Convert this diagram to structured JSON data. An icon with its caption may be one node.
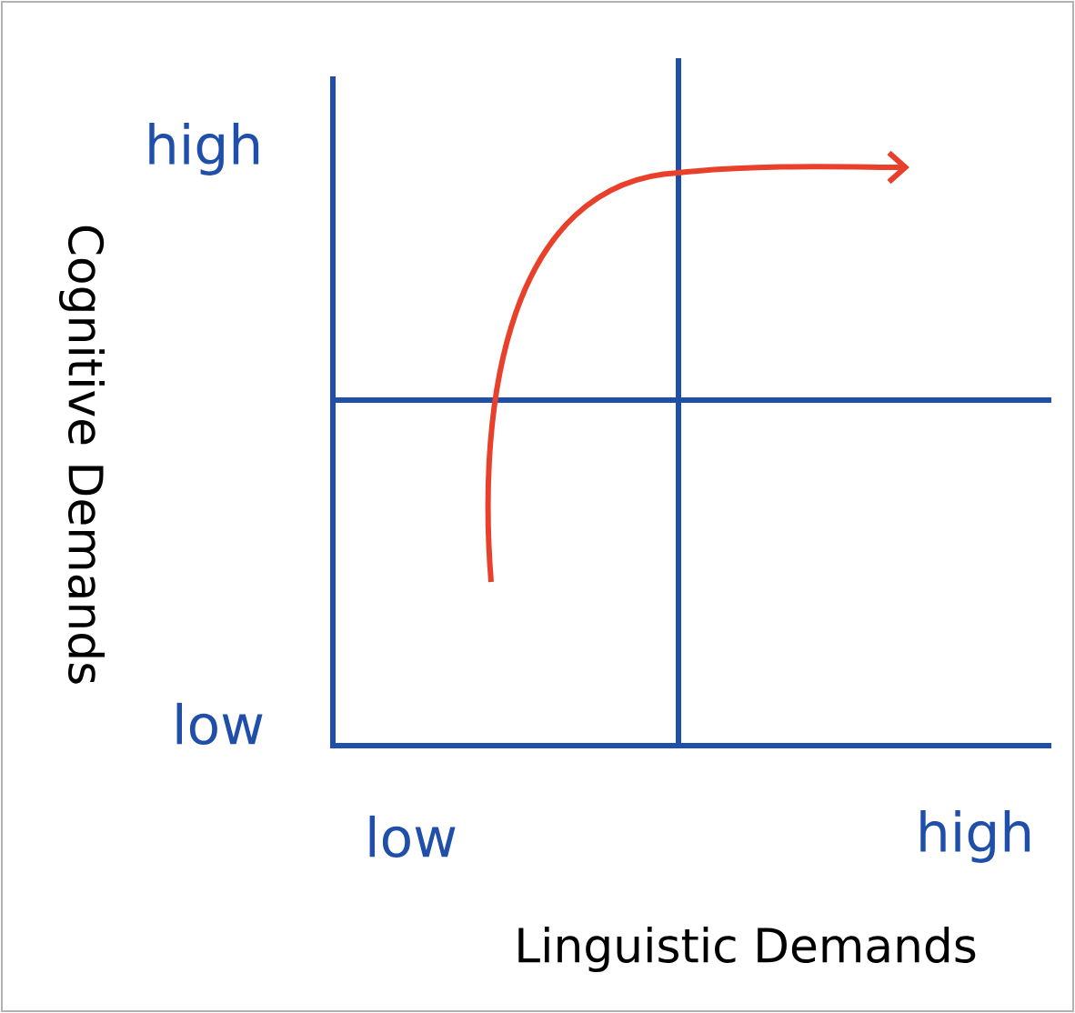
{
  "diagram": {
    "labels": [
      "high",
      "Cognitive Demands",
      "low",
      "low",
      "high",
      "Linguistic Demands"
    ]
  }
}
